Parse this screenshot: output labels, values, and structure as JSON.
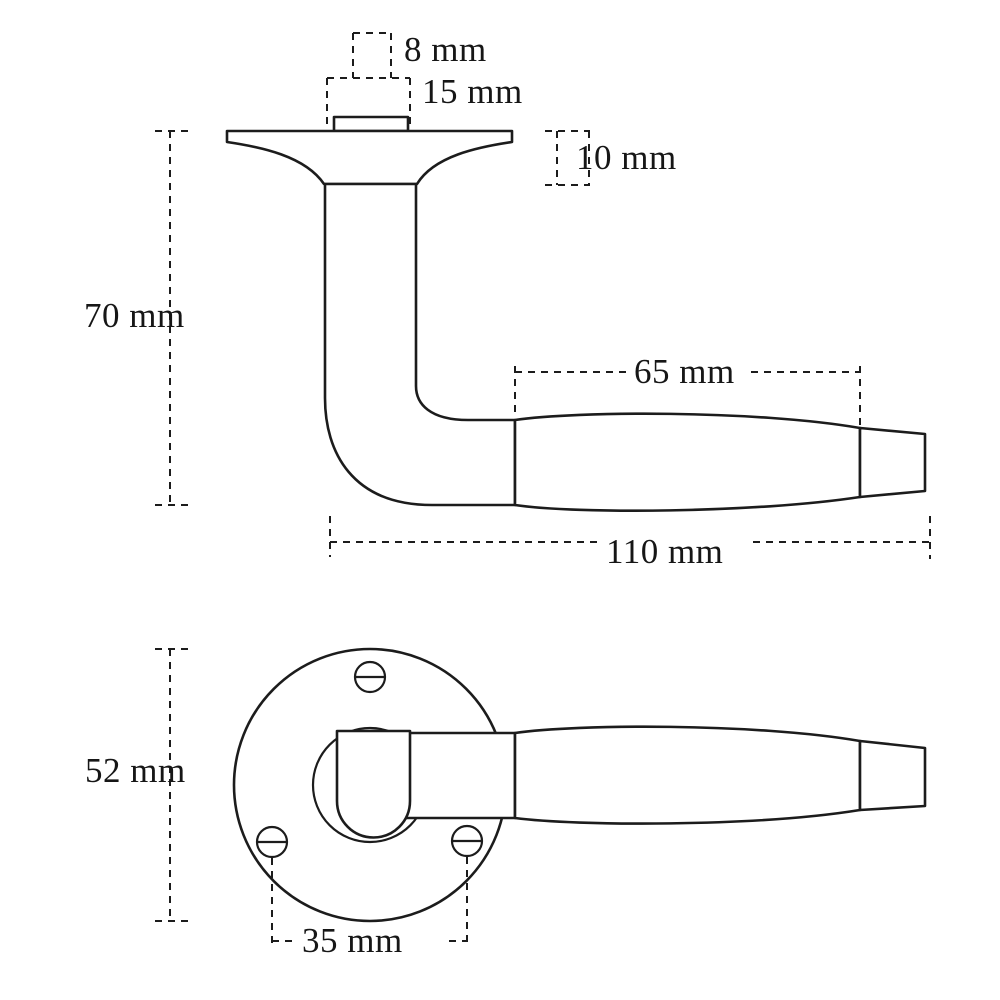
{
  "diagram": {
    "type": "technical-drawing",
    "subject": "door handle on round rose, side view and front view with dimensions",
    "line_color": "#1c1c1c",
    "background_color": "#ffffff",
    "labels": {
      "spindle_width": "8 mm",
      "neck_width": "15 mm",
      "flange_height": "10 mm",
      "handle_height": "70 mm",
      "grip_length": "65 mm",
      "overall_length": "110 mm",
      "rose_diameter": "52 mm",
      "screw_spacing": "35 mm"
    }
  }
}
